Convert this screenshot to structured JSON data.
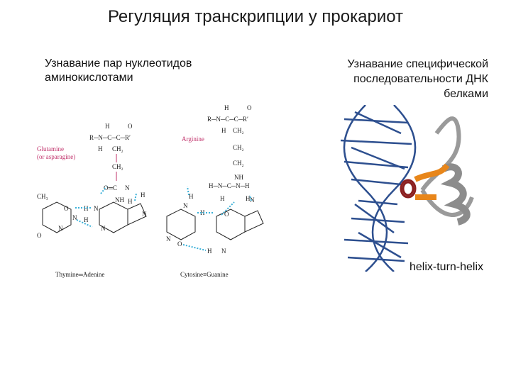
{
  "title": "Регуляция транскрипции у прокариот",
  "left_caption": [
    "Узнавание пар нуклеотидов",
    "аминокислотами"
  ],
  "right_caption": [
    "Узнавание специфической",
    "последовательности ДНК",
    "белками"
  ],
  "diagram_left": {
    "side_chain_name": [
      "Glutamine",
      "(or asparagine)"
    ],
    "base_pair": "Thymine═Adenine",
    "backbone": [
      "R─N─C─C─R′",
      "H",
      "O"
    ]
  },
  "diagram_right": {
    "side_chain_name": "Arginine",
    "base_pair": "Cytosine≡Guanine"
  },
  "protein_figure": {
    "motif_label": "helix-turn-helix",
    "dna_color": "#2d4f8f",
    "helix_colors": [
      "#e8861a",
      "#8b1f1f",
      "#9a9a9a"
    ]
  },
  "colors": {
    "hbond": "#3ab0d8",
    "side_chain": "#c0306a"
  }
}
